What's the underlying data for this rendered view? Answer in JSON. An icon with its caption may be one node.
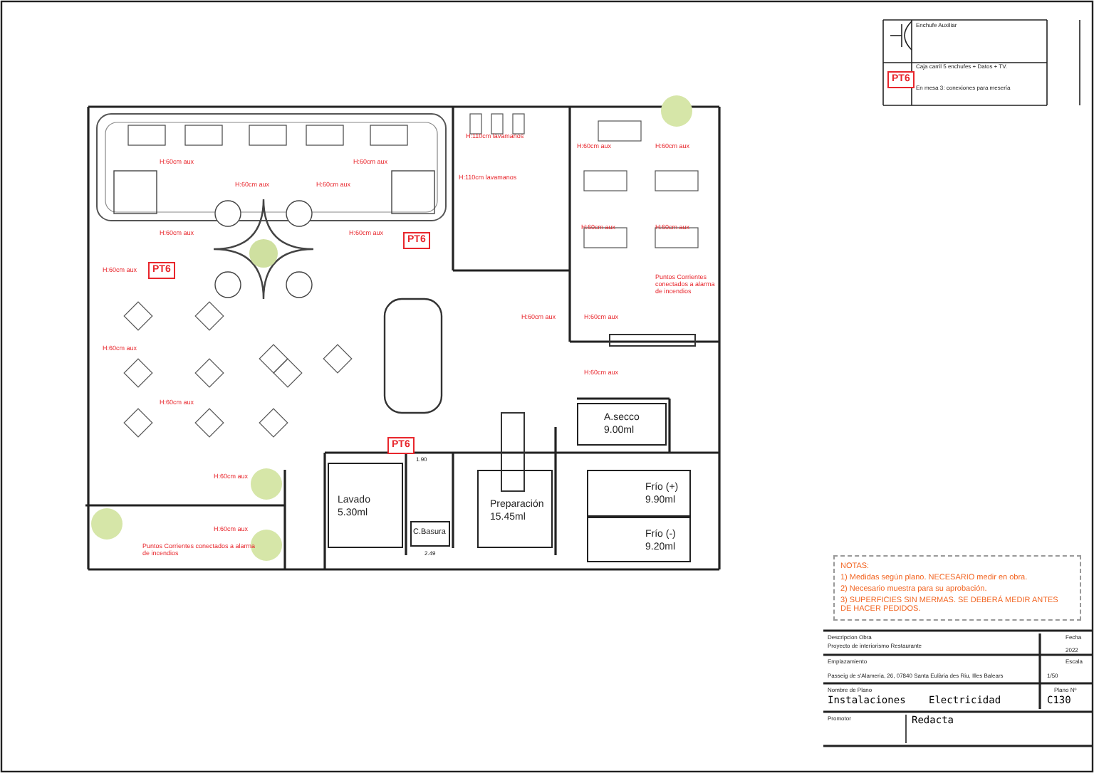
{
  "diagram": {
    "nodes": [
      {
        "text": [
          "Lavado",
          "5.30ml"
        ]
      },
      {
        "text": [
          "C.Basura"
        ],
        "beside": [
          "2.49"
        ]
      },
      {
        "text": [
          "Preparación",
          "15.45ml"
        ]
      },
      {
        "text": [
          "A.secco",
          "9.00ml"
        ]
      },
      {
        "text": [
          "Frío (+)",
          "9.90ml"
        ]
      },
      {
        "text": [
          "Frío (-)",
          "9.20ml"
        ]
      }
    ],
    "labels": [
      "Enchufe Auxiliar",
      "PT6",
      "Caja carril 5 enchufes + Datos + TV.",
      "En mesa 3: conexiones para mesería",
      "NOTAS:",
      "1) Medidas según plano. NECESARIO medir en obra.",
      "2) Necesario muestra para su aprobación.",
      "3) SUPERFICIES SIN MERMAS. SE DEBERÁ MEDIR ANTES DE HACER PEDIDOS.",
      "Descripcion Obra",
      "Proyecto de interiorismo Restaurante",
      "Fecha",
      "2022",
      "Emplazamiento",
      "Passeig de s'Alameria, 26, 07840 Santa Eulària des Riu, Illes Balears",
      "Escala",
      "1/50",
      "Nombre de Plano",
      "Plano Nº",
      "Instalaciones",
      "Electricidad",
      "C130",
      "Promotor",
      "Redacta",
      "H:60cm aux",
      "H:60cm aux",
      "H:60cm aux",
      "H:60cm aux",
      "H:60cm aux",
      "H:110cm lavamanos",
      "H:110cm lavamanos",
      "H:60cm aux",
      "H:60cm aux",
      "H:60cm aux",
      "H:60cm aux",
      "Puntos Corrientes conectados a alarma de incendios",
      "H:60cm aux",
      "H:60cm aux",
      "H:60cm aux",
      "H:60cm aux",
      "H:60cm aux",
      "H:60cm aux",
      "H:60cm aux",
      "H:60cm aux",
      "H:60cm aux",
      "Puntos Corrientes conectados a alarma de incendios",
      "PT6",
      "PT6",
      "PT6",
      "1.90"
    ]
  }
}
